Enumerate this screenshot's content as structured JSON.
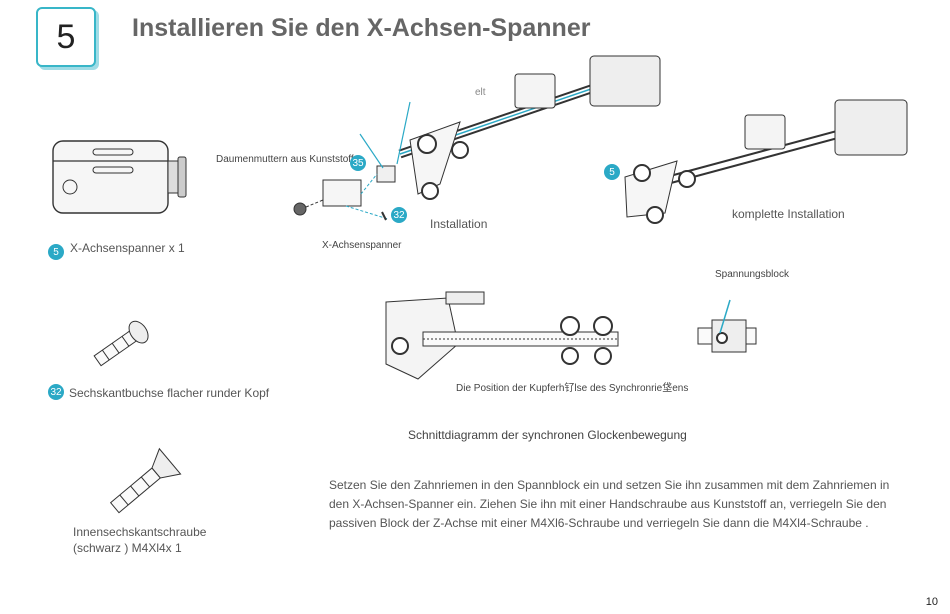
{
  "step": {
    "number": "5",
    "title": "Installieren Sie den X-Achsen-Spanner"
  },
  "parts": [
    {
      "badge": "5",
      "label": "X-Achsenspanner x 1"
    },
    {
      "badge": "32",
      "label": "Sechskantbuchse flacher runder Kopf"
    },
    {
      "label_line1": "Innensechskantschraube",
      "label_line2": "(schwarz ) M4Xl4x 1"
    }
  ],
  "diagram_install": {
    "label_thumb_nuts": "Daumenmuttern aus Kunststoff",
    "badge_35": "35",
    "badge_32": "32",
    "label_tensioner": "X-Achsenspanner",
    "label_belt": "elt",
    "caption": "Installation"
  },
  "diagram_complete": {
    "badge": "5",
    "caption": "komplette Installation"
  },
  "diagram_section": {
    "label_block": "Spannungsblock",
    "label_position": "Die Position der Kupferh钌lse des Synchronrie垡ens",
    "caption": "Schnittdiagramm der synchronen Glockenbewegung"
  },
  "instructions": "Setzen Sie den Zahnriemen in den Spannblock ein und setzen Sie ihn zusammen mit dem Zahnriemen in den X-Achsen-Spanner ein. Ziehen Sie ihn mit einer Handschraube aus Kunststoff an, verriegeln Sie den passiven Block der Z-Achse mit einer M4Xl6-Schraube und verriegeln Sie dann die M4Xl4-Schraube .",
  "page_number": "10",
  "colors": {
    "accent": "#2ba9c6",
    "line": "#333333"
  }
}
